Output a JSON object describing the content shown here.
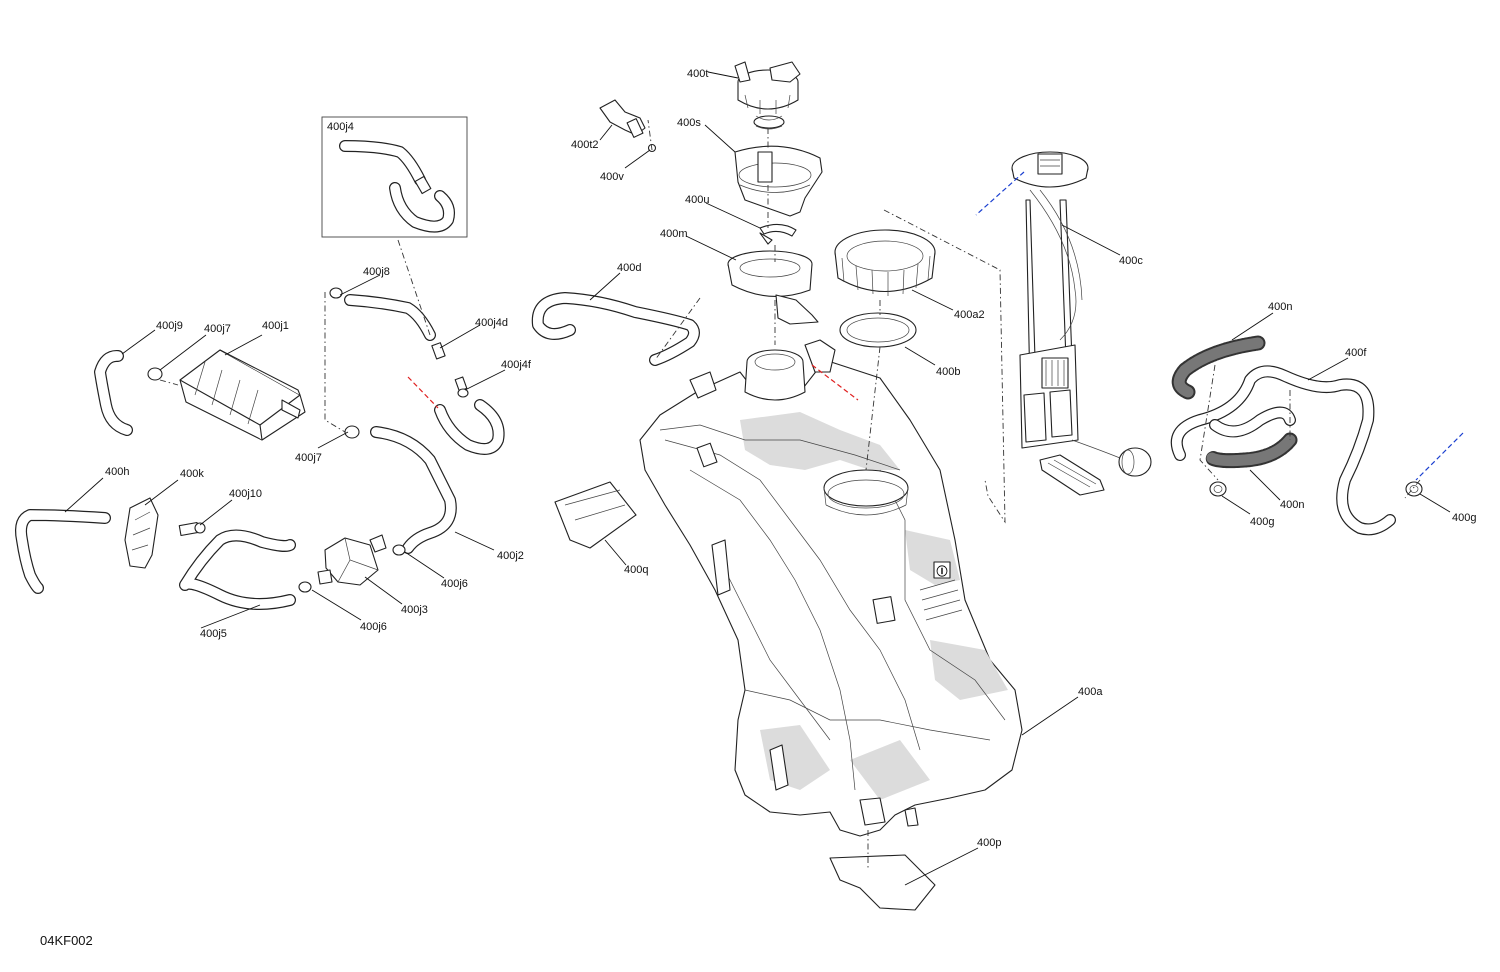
{
  "diagram": {
    "code": "04KF002",
    "callouts": {
      "t": "400t",
      "t2": "400t2",
      "s": "400s",
      "v": "400v",
      "u": "400u",
      "m": "400m",
      "d": "400d",
      "j4": "400j4",
      "j8": "400j8",
      "j4d": "400j4d",
      "j4f": "400j4f",
      "j9": "400j9",
      "j7a": "400j7",
      "j1": "400j1",
      "j7b": "400j7",
      "h": "400h",
      "k": "400k",
      "j10": "400j10",
      "j2": "400j2",
      "j6a": "400j6",
      "j3": "400j3",
      "j6b": "400j6",
      "j5": "400j5",
      "q": "400q",
      "a2": "400a2",
      "b": "400b",
      "c": "400c",
      "n1": "400n",
      "f": "400f",
      "n2": "400n",
      "g1": "400g",
      "g2": "400g",
      "a": "400a",
      "p": "400p"
    }
  }
}
